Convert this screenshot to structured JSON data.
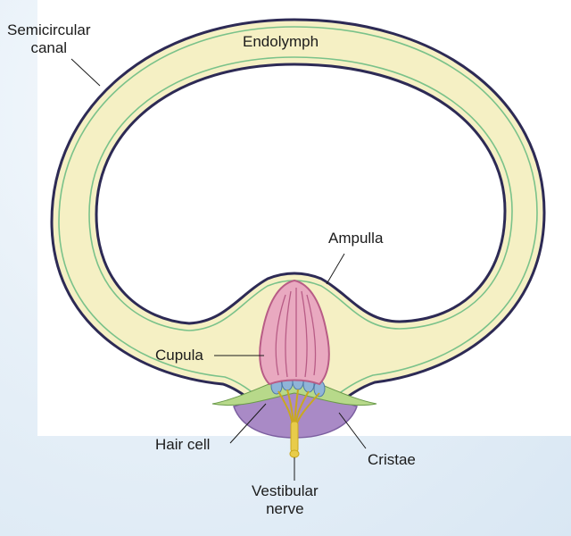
{
  "labels": {
    "semicircular_canal": [
      "Semicircular",
      "canal"
    ],
    "endolymph": "Endolymph",
    "ampulla": "Ampulla",
    "cupula": "Cupula",
    "hair_cell": "Hair cell",
    "cristae": "Cristae",
    "vestibular_nerve": [
      "Vestibular",
      "nerve"
    ]
  },
  "colors": {
    "canal_fill": "#f5f0c4",
    "canal_outline": "#2d2a55",
    "inner_membrane": "#7ac28a",
    "cupula_fill": "#e9a9c0",
    "cupula_stroke": "#b85c86",
    "crista_fill": "#a98ac6",
    "hair_cell_fill": "#8fb4d8",
    "nerve_fill": "#e8cc4a"
  }
}
